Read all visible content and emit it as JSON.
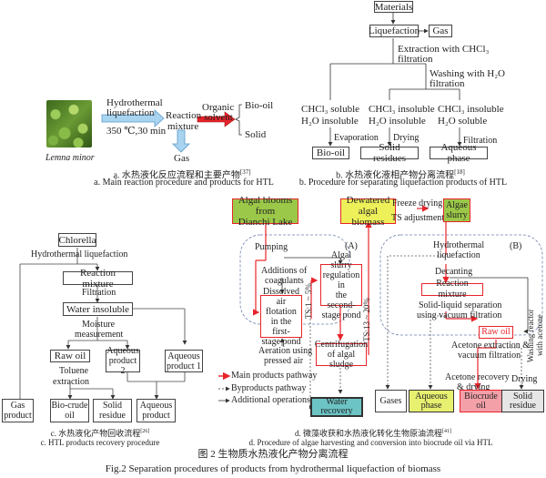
{
  "panel_a": {
    "photo_label": "Lemna minor",
    "step1_line1": "Hydrothermal",
    "step1_line2": "liquefaction",
    "step1_cond": "350 ℃,30 min",
    "mid_line1": "Reaction",
    "mid_line2": "mixture",
    "gas": "Gas",
    "solvent_line1": "Organic",
    "solvent_line2": "solvent",
    "out1": "Bio-oil",
    "out2": "Solid",
    "caption_cn": "a. 水热液化反应流程和主要产物",
    "caption_ref": "[37]",
    "caption_en": "a. Main reaction procedure and products for HTL"
  },
  "panel_b": {
    "materials": "Materials",
    "liquefaction": "Liquefaction",
    "gas": "Gas",
    "extract_line1": "Extraction with CHCl₃",
    "extract_line2": "filtration",
    "wash_line1": "Washing with H₂O",
    "wash_line2": "filtration",
    "col1_line1": "CHCl₃ soluble",
    "col1_line2": "H₂O insoluble",
    "col2_line1": "CHCl₃ insoluble",
    "col2_line2": "H₂O insoluble",
    "col3_line1": "CHCl₃ insoluble",
    "col3_line2": "H₂O soluble",
    "op1": "Evaporation",
    "op2": "Drying",
    "op3": "Filtration",
    "prod1": "Bio-oil",
    "prod2": "Solid residues",
    "prod3": "Aqueous phase",
    "caption_cn": "b. 水热液化液相产物分离流程",
    "caption_ref": "[18]",
    "caption_en": "b. Procedure for separating liquefaction products of HTL"
  },
  "panel_c": {
    "chlorella": "Chlorella",
    "htl": "Hydrothermal liquefaction",
    "reaction_mixture": "Reaction mixture",
    "filtration": "Filtration",
    "water_insoluble": "Water insoluble",
    "moisture_line1": "Moisture",
    "moisture_line2": "measurement",
    "raw_oil": "Raw oil",
    "aq2_line1": "Aqueous",
    "aq2_line2": "product 2",
    "aq1_line1": "Aqueous",
    "aq1_line2": "product 1",
    "toluene_line1": "Toluene",
    "toluene_line2": "extraction",
    "gas_line1": "Gas",
    "gas_line2": "product",
    "biocrude_line1": "Bio-crude",
    "biocrude_line2": "oil",
    "solid_line1": "Solid",
    "solid_line2": "residue",
    "aq_line1": "Aqueous",
    "aq_line2": "product",
    "caption_cn": "c. 水热液化产物回收流程",
    "caption_ref": "[26]",
    "caption_en": "c. HTL products recovery procedure"
  },
  "panel_d": {
    "blooms_line1": "Algal blooms from",
    "blooms_line2": "Dianchi Lake",
    "dewatered_line1": "Dewatered",
    "dewatered_line2": "algal biomass",
    "freeze": "Freeze drying",
    "ts_adj": "TS adjustment",
    "slurry_line1": "Algae",
    "slurry_line2": "slurry",
    "label_a": "(A)",
    "label_b": "(B)",
    "pumping": "Pumping",
    "coag_line1": "Additions of",
    "coag_line2": "coagulants",
    "daf": [
      "Dissolved air",
      "flotation",
      "in the first-",
      "stage pond"
    ],
    "slurry_reg": [
      "Algal slurry",
      "regulation in",
      "the second-",
      "stage pond"
    ],
    "ts5": "TS:1 ~ 5%",
    "ts20": "TS:13 ~ 20%",
    "aeration_line1": "Aeration using",
    "aeration_line2": "pressed air",
    "centrifuge_line1": "Centrifugation",
    "centrifuge_line2": "of algal sludge",
    "water_line1": "Water",
    "water_line2": "recovery",
    "htl_line1": "Hydrothermal",
    "htl_line2": "liquefaction",
    "decanting": "Decanting",
    "reaction_mixture": "Reaction mixture",
    "sep_line1": "Solid-liquid separation",
    "sep_line2": "using vacuum filtration",
    "raw_oil": "Raw oil",
    "washing_line1": "Washing reactor",
    "washing_line2": "with acetone",
    "acetone_line1": "Acetone extraction &",
    "acetone_line2": "vacuum filtration",
    "recovery_line1": "Acetone recovery",
    "recovery_line2": "& drying",
    "drying": "Drying",
    "gases": "Gases",
    "aq_line1": "Aqueous",
    "aq_line2": "phase",
    "biocrude_line1": "Biocrude",
    "biocrude_line2": "oil",
    "solid_line1": "Solid",
    "solid_line2": "residue",
    "legend": [
      {
        "label": "Main products pathway",
        "style": "red-solid"
      },
      {
        "label": "Byproducts pathway",
        "style": "black-dashed"
      },
      {
        "label": "Additional operations",
        "style": "black-solid"
      }
    ],
    "caption_cn": "d. 微藻收获和水热液化转化生物原油流程",
    "caption_ref": "[41]",
    "caption_en": "d. Procedure of algae harvesting and conversion into biocrude oil via HTL"
  },
  "figure": {
    "title_cn": "图 2   生物质水热液化产物分离流程",
    "title_en": "Fig.2    Separation procedures of products from hydrothermal liquefaction of biomass"
  },
  "colors": {
    "main_pathway": "#e8242a",
    "green_box": "#9bc848",
    "yellow_box": "#eef05a",
    "teal_box": "#6cc4c4",
    "pink_box": "#f4a0a8",
    "blue_arrow": "#a8d4f0"
  }
}
